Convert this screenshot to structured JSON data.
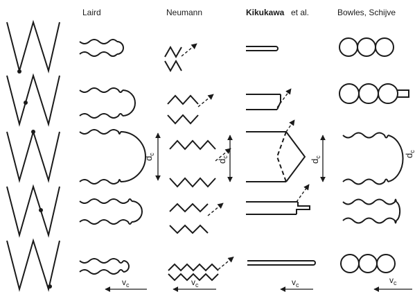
{
  "figure": {
    "columns": [
      {
        "id": "load",
        "label": ""
      },
      {
        "id": "laird",
        "label": "Laird"
      },
      {
        "id": "neumann",
        "label": "Neumann"
      },
      {
        "id": "kikukawa",
        "label": "Kikukawa",
        "label_suffix": "et al."
      },
      {
        "id": "bowles",
        "label": "Bowles, Schijve"
      }
    ],
    "rows": [
      {
        "phase": "valley (minimum load)"
      },
      {
        "phase": "loading"
      },
      {
        "phase": "peak (maximum load)"
      },
      {
        "phase": "unloading"
      },
      {
        "phase": "next valley"
      }
    ],
    "annotations": {
      "opening_displacement": "d",
      "opening_subscript": "c",
      "growth_velocity": "v",
      "velocity_subscript": "c"
    },
    "line_color": "#1a1a1a"
  }
}
